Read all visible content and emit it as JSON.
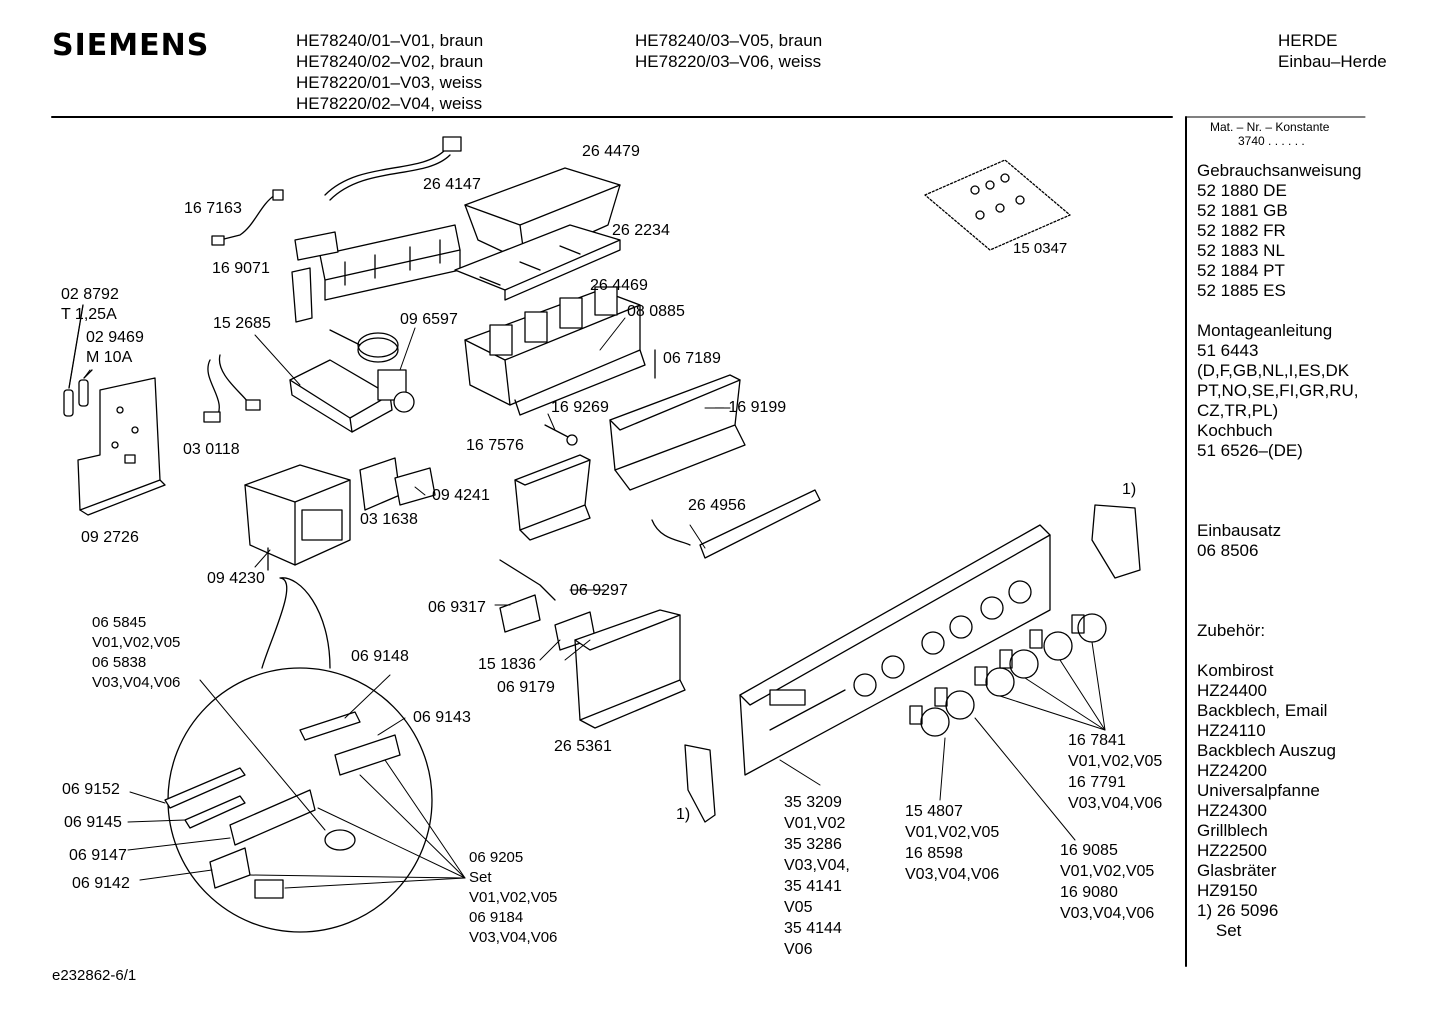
{
  "header": {
    "brand": "SIEMENS",
    "models_col1": [
      "HE78240/01–V01, braun",
      "HE78240/02–V02, braun",
      "HE78220/01–V03, weiss",
      "HE78220/02–V04, weiss"
    ],
    "models_col2": [
      "HE78240/03–V05, braun",
      "HE78220/03–V06, weiss"
    ],
    "category": "HERDE",
    "subcategory": "Einbau–Herde"
  },
  "sidebar": {
    "mat_title": "Mat. – Nr. – Konstante",
    "mat_value": "3740 . . . . . .",
    "lines": [
      "Gebrauchsanweisung",
      "52 1880 DE",
      "52 1881 GB",
      "52 1882 FR",
      "52 1883 NL",
      "52 1884 PT",
      "52 1885 ES",
      "",
      "Montageanleitung",
      "51 6443",
      "(D,F,GB,NL,I,ES,DK",
      "PT,NO,SE,FI,GR,RU,",
      "CZ,TR,PL)",
      "Kochbuch",
      "51 6526–(DE)",
      "",
      "",
      "",
      "Einbausatz",
      "06 8506",
      "",
      "",
      "",
      "Zubehör:",
      "",
      "Kombirost",
      "HZ24400",
      "Backblech, Email",
      "HZ24110",
      "Backblech Auszug",
      "HZ24200",
      "Universalpfanne",
      "HZ24300",
      "Grillblech",
      "HZ22500",
      "Glasbräter",
      "HZ9150",
      "1) 26 5096",
      "    Set"
    ]
  },
  "labels": {
    "p264479": "26 4479",
    "p264147": "26 4147",
    "p167163": "16 7163",
    "p262234": "26 2234",
    "p169071": "16 9071",
    "p150347": "15 0347",
    "p028792": "02 8792",
    "t125a": "T 1,25A",
    "p029469": "02 9469",
    "m10a": "M 10A",
    "p264469": "26 4469",
    "p152685": "15 2685",
    "p096597": "09 6597",
    "p080885": "08 0885",
    "p067189": "06 7189",
    "p030118": "03 0118",
    "p169269": "16 9269",
    "p169199": "– 16 9199",
    "p167576": "16 7576",
    "p094241": "09 4241",
    "p031638": "03 1638",
    "p092726": "09 2726",
    "p264956": "26 4956",
    "note1a": "1)",
    "p094230": "09 4230",
    "p069297": "06 9297",
    "p069317": "06 9317",
    "p151836": "15 1836",
    "p069179": "06 9179",
    "p265361": "26 5361",
    "p069148": "06 9148",
    "p069143": "06 9143",
    "p069152": "06 9152",
    "p069145": "06 9145",
    "p069147": "06 9147",
    "p069142": "06 9142",
    "note1b": "1)",
    "group_065845": [
      "06 5845",
      "V01,V02,V05",
      "06 5838",
      "V03,V04,V06"
    ],
    "group_069205": [
      "06 9205",
      "Set",
      "V01,V02,V05",
      "06 9184",
      "V03,V04,V06"
    ],
    "group_353209": [
      "35 3209",
      "V01,V02",
      "35 3286",
      "V03,V04,",
      "35 4141",
      "V05",
      "35 4144",
      "V06"
    ],
    "group_154807": [
      "15 4807",
      "V01,V02,V05",
      "16 8598",
      "V03,V04,V06"
    ],
    "group_169085": [
      "16 9085",
      "V01,V02,V05",
      "16 9080",
      "V03,V04,V06"
    ],
    "group_167841": [
      "16 7841",
      "V01,V02,V05",
      "16 7791",
      "V03,V04,V06"
    ]
  },
  "footer": {
    "doc_id": "e232862-6/1"
  }
}
